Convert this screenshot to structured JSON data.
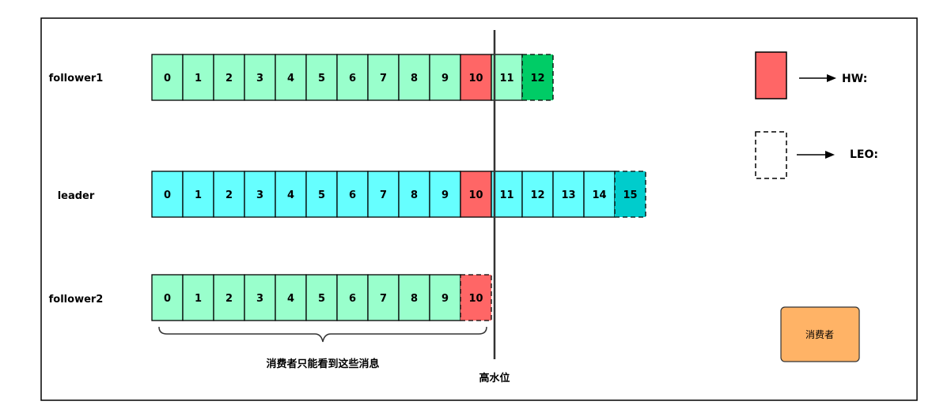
{
  "rows": [
    {
      "label": "follower1",
      "cells": [
        "0",
        "1",
        "2",
        "3",
        "4",
        "5",
        "6",
        "7",
        "8",
        "9",
        "10",
        "11",
        "12"
      ],
      "hw_index": 10,
      "leo_index": 12
    },
    {
      "label": "leader",
      "cells": [
        "0",
        "1",
        "2",
        "3",
        "4",
        "5",
        "6",
        "7",
        "8",
        "9",
        "10",
        "11",
        "12",
        "13",
        "14",
        "15"
      ],
      "hw_index": 10,
      "leo_index": 15
    },
    {
      "label": "follower2",
      "cells": [
        "0",
        "1",
        "2",
        "3",
        "4",
        "5",
        "6",
        "7",
        "8",
        "9",
        "10"
      ],
      "hw_index": 10,
      "leo_index": 10
    }
  ],
  "high_watermark_label": "高水位",
  "brace_label": "消费者只能看到这些消息",
  "legend": {
    "hw_label": "HW:",
    "leo_label": "LEO:"
  },
  "consumer_label": "消费者",
  "colors": {
    "follower_cell": "#99FFCC",
    "follower_leo": "#00CC66",
    "leader_cell": "#66FFFF",
    "leader_leo": "#00CCCC",
    "hw_cell": "#FF6666",
    "consumer_box": "#FFB366",
    "stroke": "#000000"
  }
}
